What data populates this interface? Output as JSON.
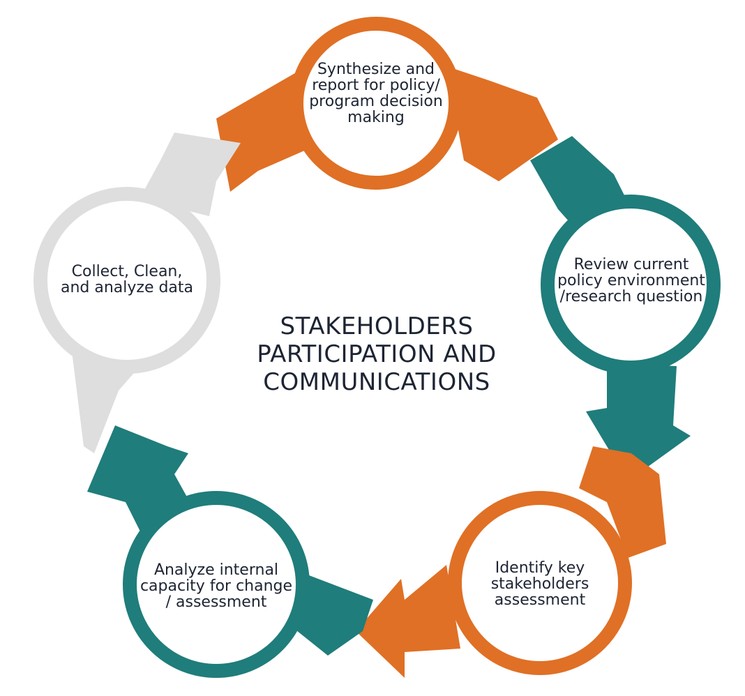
{
  "diagram": {
    "center_title": [
      "STAKEHOLDERS",
      "PARTICIPATION AND",
      "COMMUNICATIONS"
    ],
    "colors": {
      "orange": "#e07025",
      "teal": "#1f7d7b",
      "gray": "#dededf"
    },
    "steps": [
      {
        "lines": [
          "Synthesize and",
          "report for policy/",
          "program decision",
          "making"
        ],
        "color": "orange"
      },
      {
        "lines": [
          "Review current",
          "policy environment",
          "/research question"
        ],
        "color": "teal"
      },
      {
        "lines": [
          "Identify key",
          "stakeholders",
          "assessment"
        ],
        "color": "orange"
      },
      {
        "lines": [
          "Analyze internal",
          "capacity for change",
          "/ assessment"
        ],
        "color": "teal"
      },
      {
        "lines": [
          "Collect, Clean,",
          "and analyze data"
        ],
        "color": "gray"
      }
    ]
  }
}
